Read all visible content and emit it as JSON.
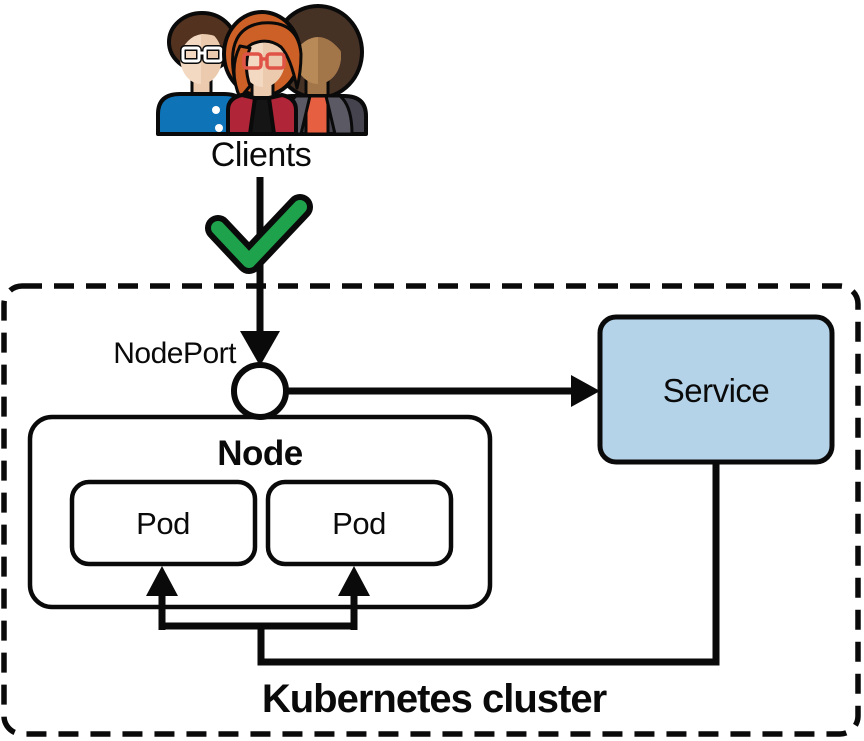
{
  "labels": {
    "clients": "Clients",
    "nodeport": "NodePort",
    "node": "Node",
    "pod_left": "Pod",
    "pod_right": "Pod",
    "service": "Service",
    "cluster": "Kubernetes cluster"
  },
  "icons": {
    "clients": "clients-group-icon",
    "checkmark": "green-checkmark-icon",
    "nodeport": "nodeport-circle"
  },
  "colors": {
    "ink": "#0a0a0a",
    "white": "#ffffff",
    "service-fill": "#b4d3e9",
    "check-green": "#1ea24b",
    "skin-light": "#f4d9c2",
    "skin-shade": "#eccaae",
    "skin-brown": "#b78a58",
    "skin-brown-shade": "#a3764a",
    "hair-brown": "#53331f",
    "hair-dark": "#463125",
    "hair-orange": "#cc6026",
    "glasses-red": "#e05447",
    "shirt-blue": "#0f73b8",
    "cardigan-red": "#b02537",
    "top-black": "#151515",
    "jacket-gray": "#44434e",
    "jacket-light": "#5a5964",
    "top-orange": "#e55f40"
  }
}
